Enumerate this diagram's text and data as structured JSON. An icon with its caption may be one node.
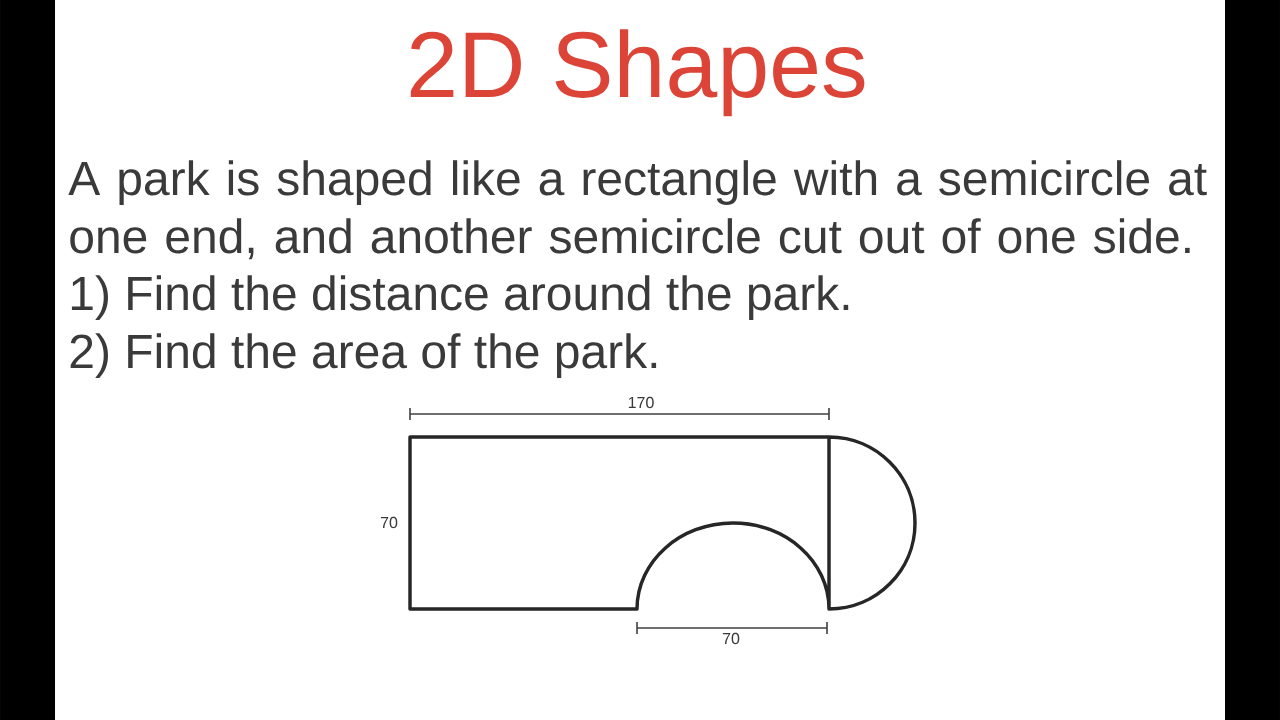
{
  "diagram": {
    "title": "2D Shapes",
    "labels": [
      "A park is shaped like a rectangle with a semicircle at one end, and another semicircle cut out of one side.",
      "1) Find the distance around the park.",
      "2) Find the area of the park.",
      "170",
      "70",
      "70"
    ]
  }
}
